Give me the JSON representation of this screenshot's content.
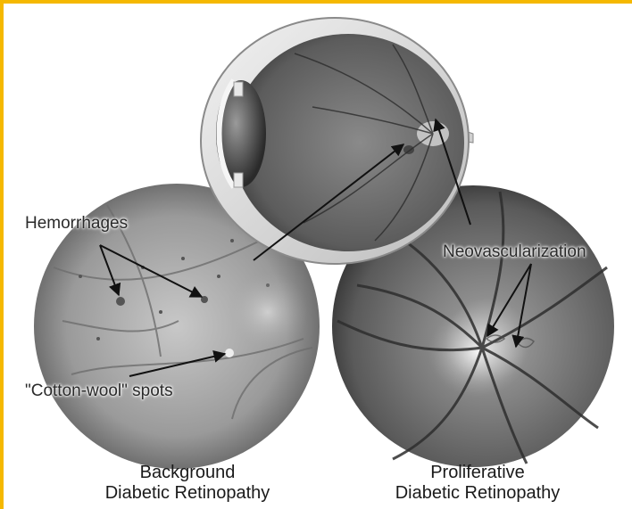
{
  "labels": {
    "hemorrhages": "Hemorrhages",
    "cotton_wool": "\"Cotton-wool\" spots",
    "neovascularization": "Neovascularization"
  },
  "captions": {
    "background_line1": "Background",
    "background_line2": "Diabetic Retinopathy",
    "proliferative_line1": "Proliferative",
    "proliferative_line2": "Diabetic Retinopathy"
  },
  "colors": {
    "frame": "#f5b800",
    "text": "#2a2a2a"
  }
}
